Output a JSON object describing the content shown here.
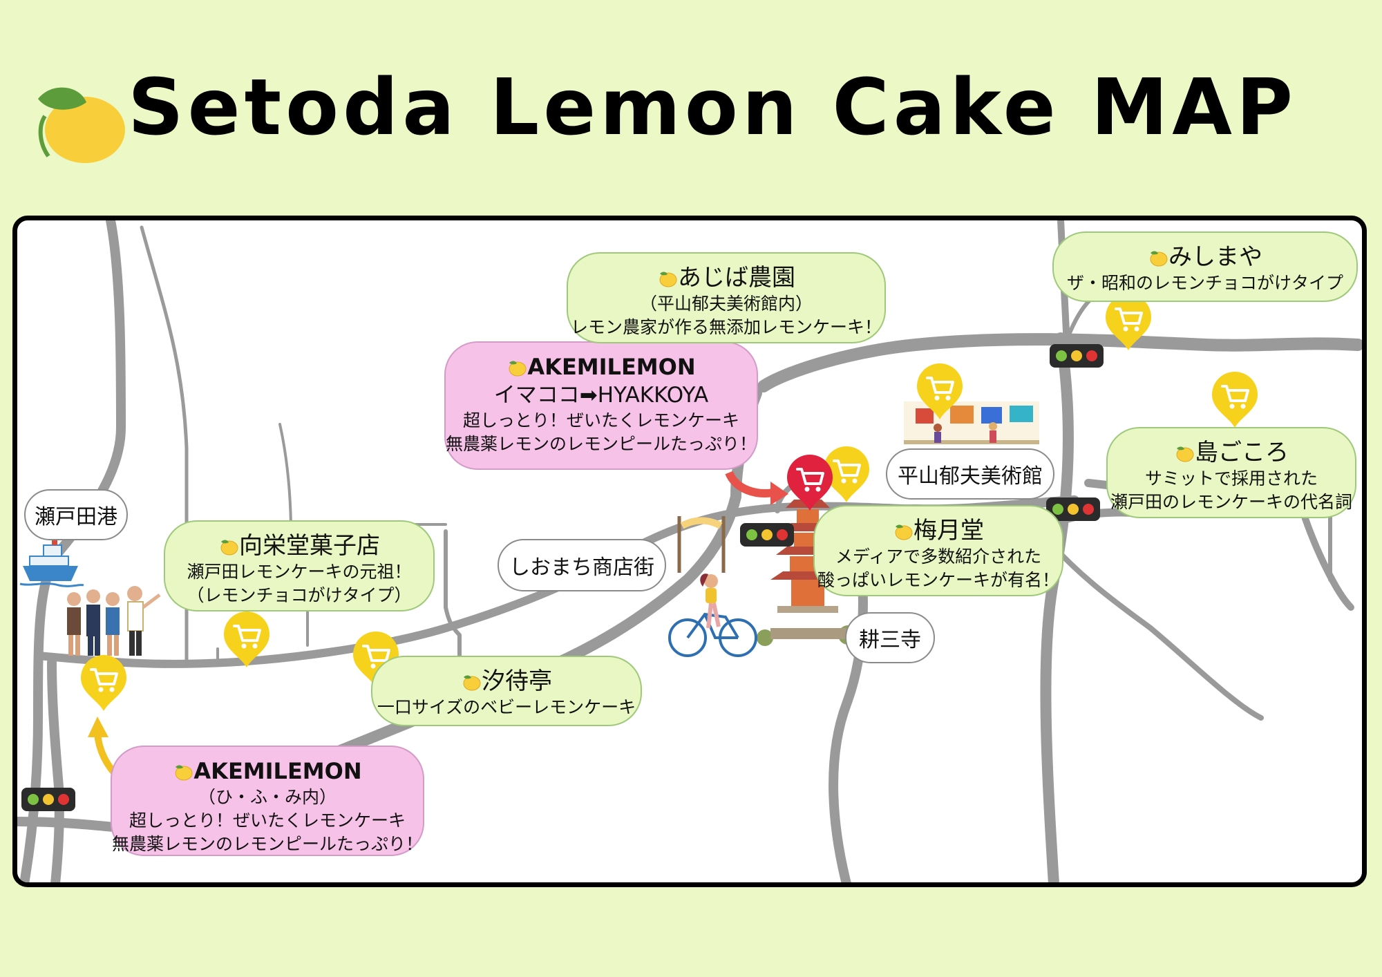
{
  "title": "Setoda Lemon Cake MAP",
  "colors": {
    "background": "#ecf9c6",
    "bubble_green": "#e8f7c4",
    "bubble_pink": "#f7c2e8",
    "road": "#9a9a9a",
    "pin_yellow": "#f7d21d",
    "pin_red": "#e0223f"
  },
  "icons": {
    "title": "lemon-icon",
    "shop": "shopping-cart-pin-icon",
    "signal": "traffic-light-icon"
  },
  "shops": {
    "akemilemon_imacoco": {
      "name": "AKEMILEMON",
      "line1": "イマココ➡HYAKKOYA",
      "line2": "超しっとり！ぜいたくレモンケーキ",
      "line3": "無農薬レモンのレモンピールたっぷり！"
    },
    "ajiba": {
      "name": "あじば農園",
      "line1": "（平山郁夫美術館内）",
      "line2": "レモン農家が作る無添加レモンケーキ！"
    },
    "mishimaya": {
      "name": "みしまや",
      "line1": "ザ・昭和のレモンチョコがけタイプ"
    },
    "shimagokoro": {
      "name": "島ごころ",
      "line1": "サミットで採用された",
      "line2": "瀬戸田のレモンケーキの代名詞"
    },
    "baigetsudo": {
      "name": "梅月堂",
      "line1": "メディアで多数紹介された",
      "line2": "酸っぱいレモンケーキが有名！"
    },
    "koueido": {
      "name": "向栄堂菓子店",
      "line1": "瀬戸田レモンケーキの元祖！",
      "line2": "（レモンチョコがけタイプ）"
    },
    "shiomachitei": {
      "name": "汐待亭",
      "line1": "一口サイズのベビーレモンケーキ"
    },
    "akemilemon_hifumi": {
      "name": "AKEMILEMON",
      "line1": "（ひ・ふ・み内）",
      "line2": "超しっとり！ぜいたくレモンケーキ",
      "line3": "無農薬レモンのレモンピールたっぷり！"
    }
  },
  "places": {
    "port": "瀬戸田港",
    "shopping_street": "しおまち商店街",
    "museum": "平山郁夫美術館",
    "temple": "耕三寺"
  }
}
